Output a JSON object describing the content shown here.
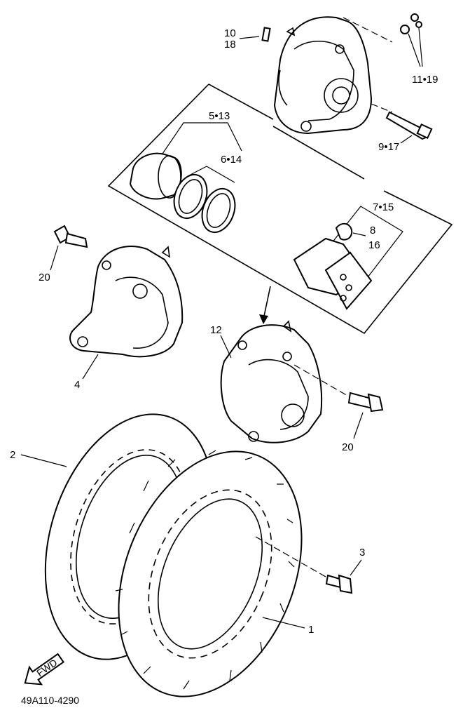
{
  "callouts": {
    "c10": "10",
    "c18": "18",
    "c11_19": "11•19",
    "c5_13": "5•13",
    "c6_14": "6•14",
    "c9_17": "9•17",
    "c7_15": "7•15",
    "c8": "8",
    "c16": "16",
    "c20a": "20",
    "c12": "12",
    "c4": "4",
    "c20b": "20",
    "c2": "2",
    "c3": "3",
    "c1": "1"
  },
  "fwd_label": "FWD",
  "diagram_code": "49A110-4290"
}
